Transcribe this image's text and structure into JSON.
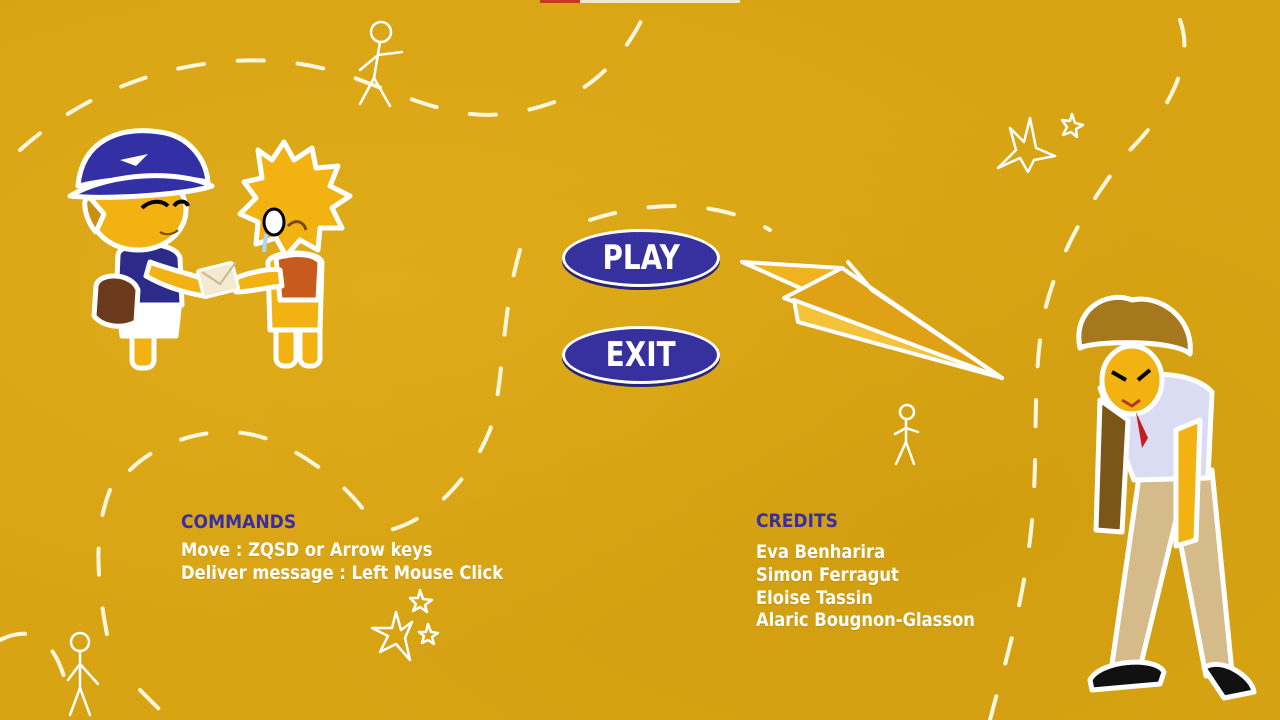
{
  "menu": {
    "play_label": "PLAY",
    "exit_label": "EXIT"
  },
  "commands": {
    "title": "COMMANDS",
    "lines": [
      "Move : ZQSD or Arrow keys",
      "Deliver message : Left Mouse Click"
    ]
  },
  "credits": {
    "title": "CREDITS",
    "names": [
      "Eva Benharira",
      "Simon Ferragut",
      "Eloise Tassin",
      "Alaric Bougnon-Glasson"
    ]
  },
  "colors": {
    "background": "#d8a414",
    "button": "#3731a0",
    "title_text": "#3a2fa2",
    "body_text": "#ffffff"
  },
  "icons": [
    "paper-plane-icon",
    "star-icon",
    "stick-figure-icon"
  ]
}
